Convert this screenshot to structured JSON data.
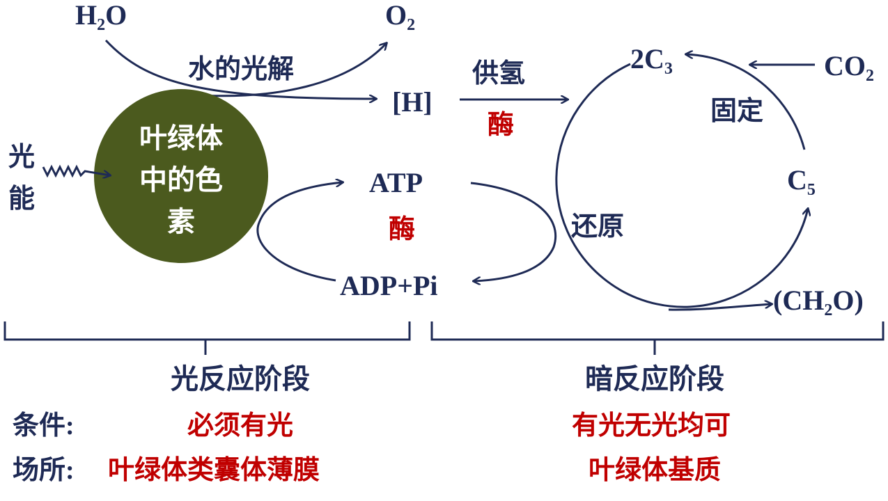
{
  "colors": {
    "text": "#1e2a55",
    "highlight": "#c00000",
    "pigment": "#4b5a1e"
  },
  "light": {
    "h2o": {
      "a": "H",
      "sub": "2",
      "b": "O"
    },
    "o2": {
      "a": "O",
      "sub": "2"
    },
    "photolysis": "水的光解",
    "h": "[H]",
    "light_energy": [
      "光",
      "能"
    ],
    "pigment": [
      "叶绿体",
      "中的色",
      "素"
    ],
    "atp": "ATP",
    "enzyme": "酶",
    "adp": "ADP+Pi"
  },
  "dark": {
    "supply_h": "供氢",
    "enzyme": "酶",
    "c3": {
      "a": "2C",
      "sub": "3"
    },
    "co2": {
      "a": "CO",
      "sub": "2"
    },
    "fixation": "固定",
    "c5": {
      "a": "C",
      "sub": "5"
    },
    "reduction": "还原",
    "ch2o": {
      "a": "(CH",
      "sub": "2",
      "b": "O)"
    }
  },
  "stages": {
    "light_title": "光反应阶段",
    "dark_title": "暗反应阶段",
    "condition_label": "条件:",
    "place_label": "场所:",
    "light_condition": "必须有光",
    "light_place": "叶绿体类囊体薄膜",
    "dark_condition": "有光无光均可",
    "dark_place": "叶绿体基质"
  }
}
